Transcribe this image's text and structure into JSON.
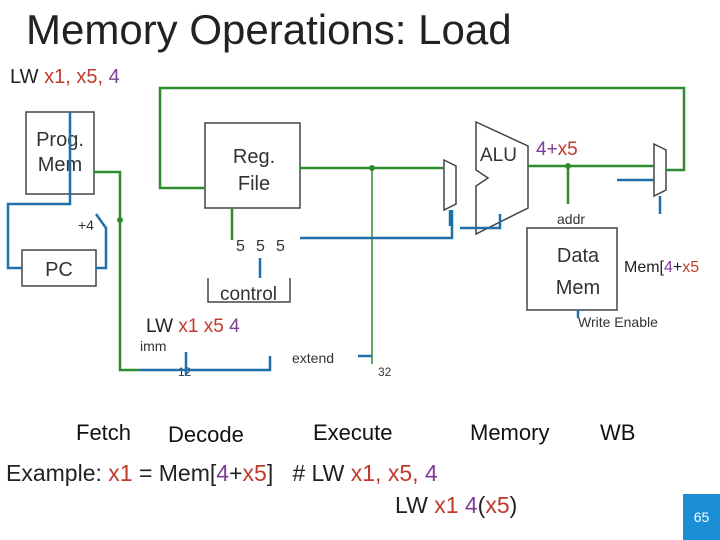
{
  "title": "Memory Operations: Load",
  "instruction": {
    "op": "LW",
    "rd": "x1,",
    "rs": "x5,",
    "imm": "4"
  },
  "blocks": {
    "prog_mem": [
      "Prog.",
      "Mem"
    ],
    "reg_file": [
      "Reg.",
      "File"
    ],
    "alu": "ALU",
    "alu_result": {
      "a": "4+",
      "b": "x5"
    },
    "data_mem": [
      "Data",
      "Mem"
    ],
    "pc": "PC",
    "plus4": "+4",
    "reg_widths": [
      "5",
      "5",
      "5"
    ],
    "control": "control",
    "decoded": {
      "op": "LW",
      "rd": "x1",
      "rs": "x5",
      "imm": "4"
    },
    "imm": "imm",
    "imm_width": "12",
    "extend": "extend",
    "extend_width": "32",
    "addr": "addr",
    "mem_out": {
      "pre": "Mem[",
      "a": "4",
      "plus": "+",
      "b": "x5"
    },
    "write_enable": "Write Enable"
  },
  "stages": [
    "Fetch",
    "Decode",
    "Execute",
    "Memory",
    "WB"
  ],
  "example": {
    "prefix": "Example:",
    "eq": {
      "rd": "x1",
      "mid": " = Mem[",
      "a": "4",
      "plus": "+",
      "b": "x5",
      "end": "]"
    },
    "comment": {
      "pre": "# LW ",
      "rd": "x1,",
      "rs": "x5,",
      "imm": "4"
    },
    "alt": {
      "op": "LW ",
      "rd": "x1",
      "imm": "4",
      "open": "(",
      "rs": "x5",
      "close": ")"
    }
  },
  "page_number": "65",
  "colors": {
    "wire_blue": "#1f6fa8",
    "wire_green": "#2e8b2e",
    "wire_grey": "#555555",
    "reg_red": "#c0392b",
    "imm_purple": "#7d3c98",
    "accent": "#1a8fd6"
  }
}
